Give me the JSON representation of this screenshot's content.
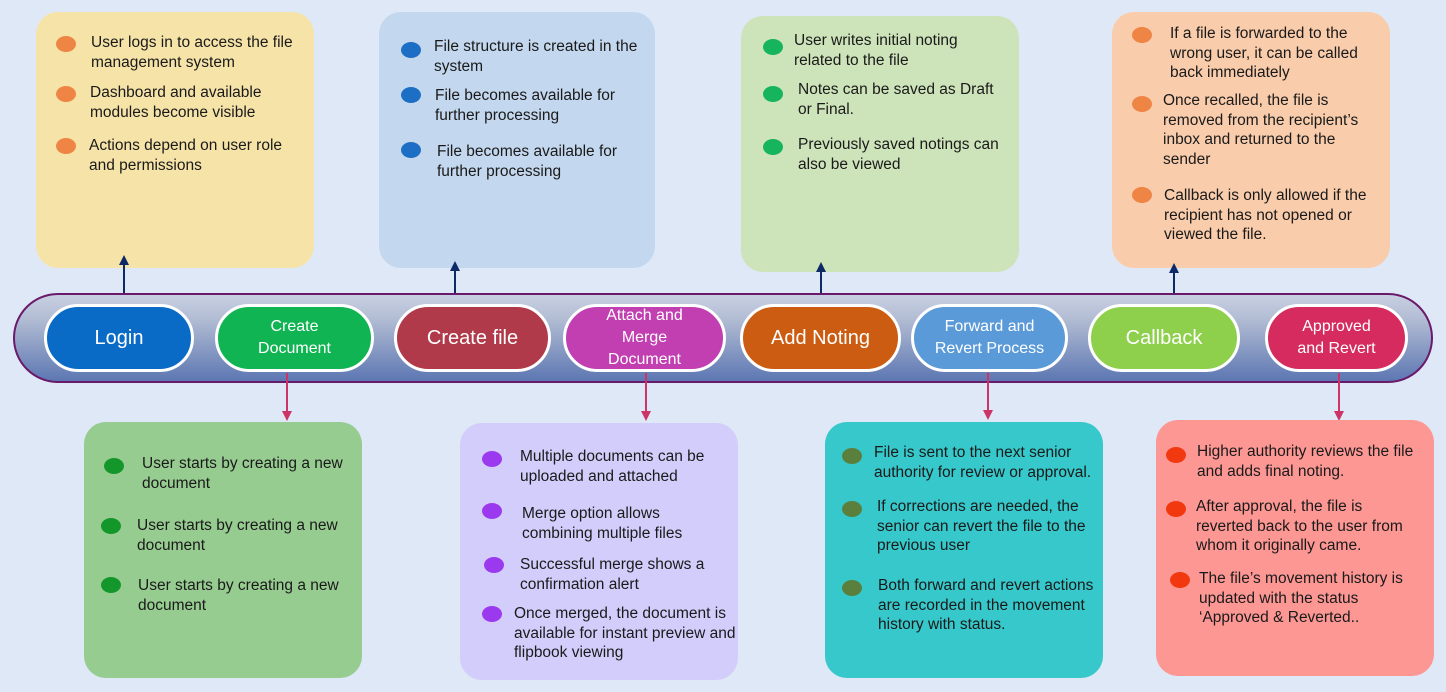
{
  "boxes": {
    "login": {
      "color": "#f6e3a8",
      "dot_color": "#ef8544",
      "items": [
        "User logs in to access the file management system",
        "Dashboard and available modules become visible",
        "Actions depend on user role and permissions"
      ]
    },
    "create_file": {
      "color": "#c3d7ee",
      "dot_color": "#1c6fc4",
      "items": [
        "File structure is created in the system",
        "File becomes available for further processing",
        "File becomes available for further processing"
      ]
    },
    "add_noting": {
      "color": "#cde3b9",
      "dot_color": "#16b45c",
      "items": [
        "User writes initial noting related to the file",
        "Notes can be saved as Draft or Final.",
        "Previously saved notings can also be viewed"
      ]
    },
    "callback": {
      "color": "#f9ccab",
      "dot_color": "#ef8544",
      "items": [
        "If a file is forwarded to the wrong user, it can be called back immediately",
        "Once recalled, the file is removed from the recipient’s inbox and returned to the sender",
        "Callback is only allowed if the recipient has not opened or viewed the file."
      ]
    },
    "create_document": {
      "color": "#97cc91",
      "dot_color": "#14972a",
      "items": [
        "User starts by creating a new document",
        "User starts by creating a new document",
        "User starts by creating a new document"
      ]
    },
    "attach_merge": {
      "color": "#d2cdfb",
      "dot_color": "#9b39ef",
      "items": [
        "Multiple documents can be uploaded and attached",
        "Merge option allows combining multiple files",
        "Successful merge shows a confirmation alert",
        "Once merged, the document is available for instant preview and flipbook viewing"
      ]
    },
    "forward_revert": {
      "color": "#36c8ca",
      "dot_color": "#5b7f3c",
      "items": [
        "File is sent to the next senior authority for review or approval.",
        "If corrections are needed, the senior can revert the file to the previous user",
        "Both forward and revert actions are recorded in the movement history with status."
      ]
    },
    "approved_revert": {
      "color": "#fd9794",
      "dot_color": "#f2380f",
      "items": [
        "Higher authority reviews the file and adds final noting.",
        "After approval, the file is reverted back to the user from whom it originally came.",
        "The file’s movement history is updated with the status ‘Approved & Reverted.."
      ]
    }
  },
  "steps": {
    "login": {
      "label": "Login",
      "color": "#0a6bc7"
    },
    "create_document": {
      "label": "Create Document",
      "color": "#10b452"
    },
    "create_file": {
      "label": "Create file",
      "color": "#b03a4a"
    },
    "attach_merge": {
      "label": "Attach and Merge Document",
      "color": "#c13fb1"
    },
    "add_noting": {
      "label": "Add Noting",
      "color": "#cc5c11"
    },
    "forward_revert": {
      "label": "Forward and Revert Process",
      "color": "#5b9ad8"
    },
    "callback": {
      "label": "Callback",
      "color": "#8ed04c"
    },
    "approved_revert": {
      "label": "Approved and Revert",
      "color": "#d52b5e"
    }
  },
  "colors": {
    "arrow_up": "#0d2a66",
    "arrow_down": "#cc3366",
    "band_border": "#6a1a6a"
  }
}
